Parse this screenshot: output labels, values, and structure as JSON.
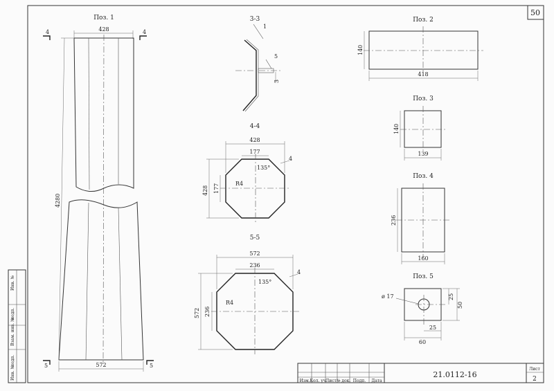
{
  "sheet_number": "50",
  "titleblock": {
    "doc_code": "21.0112-16",
    "sheet_label": "Лист",
    "sheet_value": "2",
    "headers": [
      "Изм.",
      "Кол. уч.",
      "Лист",
      "№ док.",
      "Подп.",
      "Дата"
    ]
  },
  "side_stamp": {
    "labels": [
      "Инв. №",
      "подп.",
      "Взам. инв. №",
      "подп.",
      "Инв. №"
    ]
  },
  "pos1": {
    "title": "Поз. 1",
    "width_top": "428",
    "width_bottom": "572",
    "length": "4280",
    "cut_top_left": "4",
    "cut_top_right": "4",
    "cut_bottom_left": "5",
    "cut_bottom_right": "5"
  },
  "sec33": {
    "title": "3-3",
    "leader1": "1",
    "leader5": "5",
    "dim3": "3"
  },
  "sec44": {
    "title": "4-4",
    "width": "428",
    "top": "177",
    "angle": "135°",
    "thk": "4",
    "radius": "R4",
    "height": "428",
    "side": "177"
  },
  "sec55": {
    "title": "5-5",
    "width": "572",
    "top": "236",
    "angle": "135°",
    "thk": "4",
    "radius": "R4",
    "height": "572",
    "side": "236"
  },
  "pos2": {
    "title": "Поз. 2",
    "h": "140",
    "w": "418"
  },
  "pos3": {
    "title": "Поз. 3",
    "h": "140",
    "w": "139"
  },
  "pos4": {
    "title": "Поз. 4",
    "h": "236",
    "w": "160"
  },
  "pos5": {
    "title": "Поз. 5",
    "hole": "ø 17",
    "d1": "25",
    "d2": "50",
    "d3": "25",
    "w": "60"
  }
}
